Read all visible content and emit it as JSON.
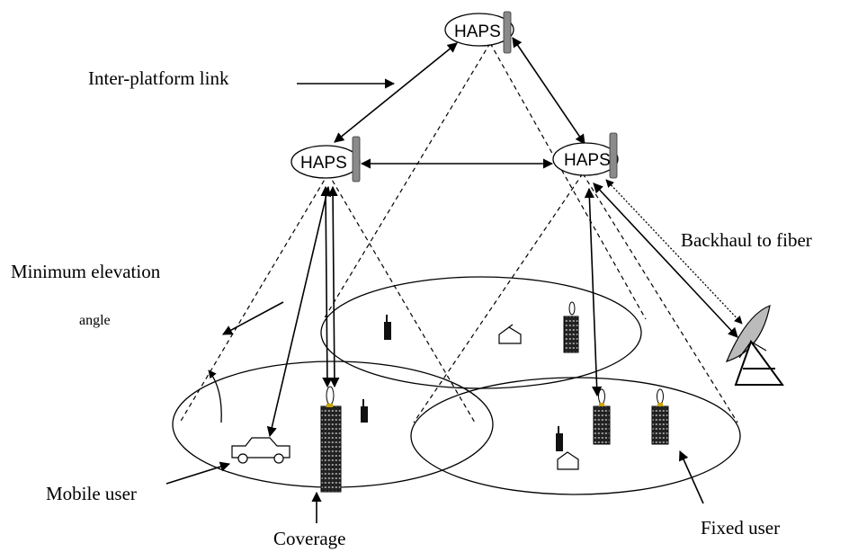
{
  "nodes": {
    "haps_top": "HAPS",
    "haps_left": "HAPS",
    "haps_right": "HAPS"
  },
  "labels": {
    "inter_platform_link": "Inter-platform link",
    "backhaul": "Backhaul to fiber",
    "min_elevation_line1": "Minimum elevation",
    "min_elevation_line2": "angle",
    "mobile_user": "Mobile user",
    "coverage": "Coverage",
    "fixed_user": "Fixed user"
  },
  "icons": [
    "haps-platform-icon",
    "car-icon",
    "building-icon",
    "mobile-phone-icon",
    "house-icon",
    "satellite-dish-icon"
  ]
}
